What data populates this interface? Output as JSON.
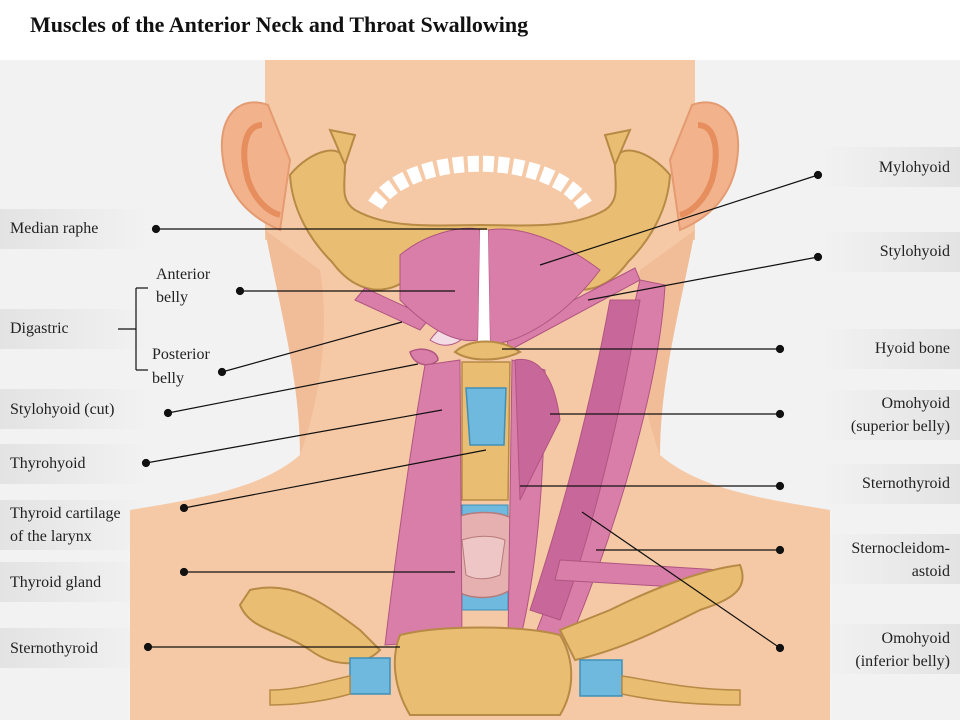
{
  "title": "Muscles of the Anterior Neck and Throat Swallowing",
  "labels_left": {
    "median_raphe": "Median raphe",
    "anterior_belly_1": "Anterior",
    "anterior_belly_2": "belly",
    "digastric": "Digastric",
    "posterior_belly_1": "Posterior",
    "posterior_belly_2": "belly",
    "stylohyoid_cut": "Stylohyoid (cut)",
    "thyrohyoid": "Thyrohyoid",
    "thyroid_cartilage_1": "Thyroid cartilage",
    "thyroid_cartilage_2": "of the larynx",
    "thyroid_gland": "Thyroid gland",
    "sternothyroid": "Sternothyroid"
  },
  "labels_right": {
    "mylohyoid": "Mylohyoid",
    "stylohyoid": "Stylohyoid",
    "hyoid_bone": "Hyoid bone",
    "omohyoid_sup_1": "Omohyoid",
    "omohyoid_sup_2": "(superior belly)",
    "sternothyroid": "Sternothyroid",
    "scm_1": "Sternocleidom-",
    "scm_2": "astoid",
    "omohyoid_inf_1": "Omohyoid",
    "omohyoid_inf_2": "(inferior belly)"
  },
  "colors": {
    "skin": "#f6c9a6",
    "bone": "#e9bd72",
    "muscle": "#cf6f9c",
    "cartilage": "#6fb8de",
    "leader": "#111111"
  }
}
